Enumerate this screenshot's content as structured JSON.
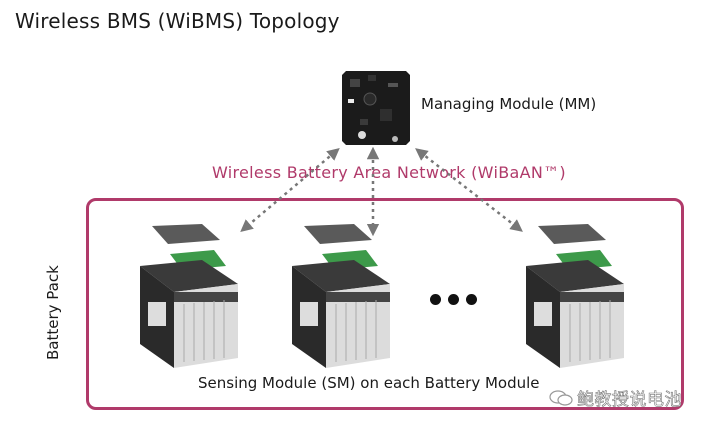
{
  "title": "Wireless BMS (WiBMS) Topology",
  "managing_module": {
    "label": "Managing Module (MM)"
  },
  "network": {
    "label": "Wireless Battery Area Network (WiBaAN™)"
  },
  "battery_pack": {
    "label": "Battery Pack",
    "sensing_label": "Sensing Module (SM) on each Battery Module",
    "modules": [
      {
        "name": "battery-module-1"
      },
      {
        "name": "battery-module-2"
      },
      {
        "name": "battery-module-n"
      }
    ],
    "ellipsis": "..."
  },
  "watermark": {
    "text": "鲍教授说电池",
    "icon": "wechat-icon"
  },
  "colors": {
    "accent": "#b03a6a",
    "text": "#1a1a1a",
    "arrow": "#777777"
  }
}
